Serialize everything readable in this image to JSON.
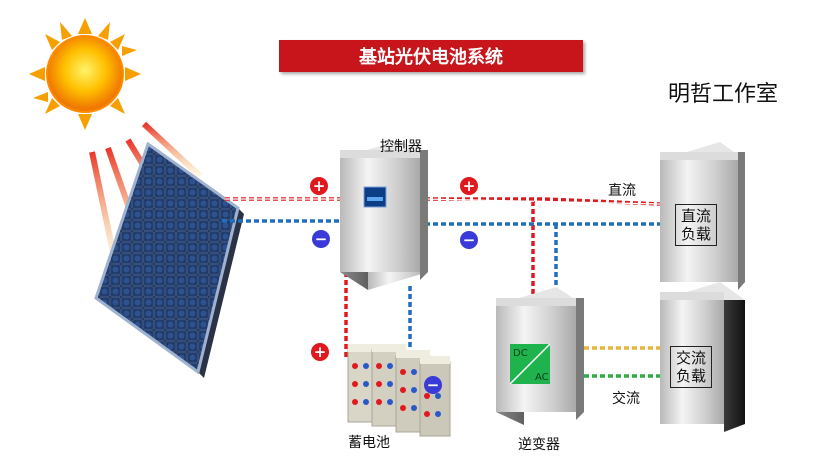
{
  "title": "基站光伏电池系统",
  "studio": "明哲工作室",
  "labels": {
    "controller": "控制器",
    "battery": "蓄电池",
    "inverter": "逆变器",
    "dc": "直流",
    "ac": "交流"
  },
  "loads": {
    "dc_load": [
      "直流",
      "负载"
    ],
    "ac_load": [
      "交流",
      "负载"
    ]
  },
  "inverter_panel": {
    "dc": "DC",
    "ac": "AC"
  },
  "signs": {
    "plus": "+",
    "minus": "−"
  },
  "colors": {
    "title_bg": "#c8141b",
    "positive_wire": "#e0191e",
    "negative_wire": "#1e6fbf",
    "ac_wire_1": "#e8b53a",
    "ac_wire_2": "#2eaa48",
    "inverter_panel": "#1fb34d"
  },
  "icons": [
    "sun-icon",
    "solar-panel-icon",
    "controller-cabinet-icon",
    "battery-bank-icon",
    "inverter-cabinet-icon",
    "dc-load-cabinet-icon",
    "ac-load-cabinet-icon"
  ]
}
